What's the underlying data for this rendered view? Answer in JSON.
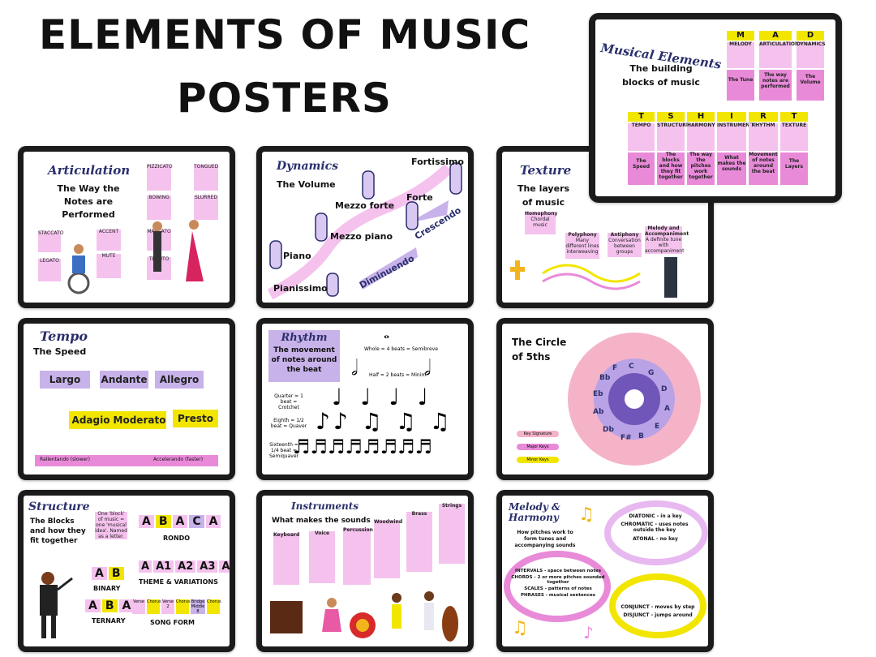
{
  "page": {
    "title_line1": "ELEMENTS OF MUSIC",
    "title_line2": "POSTERS"
  },
  "musical_elements": {
    "title": "Musical Elements",
    "subtitle": "The building blocks of music",
    "mad_letters": [
      "M",
      "A",
      "D"
    ],
    "mad_cards": [
      {
        "heading": "MELODY",
        "text": "The Tune"
      },
      {
        "heading": "ARTICULATION",
        "text": "The way notes are performed"
      },
      {
        "heading": "DYNAMICS",
        "text": "The Volume"
      }
    ],
    "tshirt_letters": [
      "T",
      "S",
      "H",
      "I",
      "R",
      "T"
    ],
    "tshirt_cards": [
      {
        "heading": "TEMPO",
        "text": "The Speed"
      },
      {
        "heading": "STRUCTURE",
        "text": "The blocks and how they fit together"
      },
      {
        "heading": "HARMONY",
        "text": "The way the pitches work together"
      },
      {
        "heading": "INSTRUMENTS",
        "text": "What makes the sounds"
      },
      {
        "heading": "RHYTHM",
        "text": "Movement of notes around the beat"
      },
      {
        "heading": "TEXTURE",
        "text": "The Layers"
      }
    ]
  },
  "articulation": {
    "title": "Articulation",
    "subtitle": "The Way the Notes are Performed",
    "terms": [
      "PIZZICATO",
      "BOWING",
      "TONGUED",
      "SLURRED",
      "STACCATO",
      "LEGATO",
      "ACCENT",
      "MUTE",
      "MARCATO",
      "TENUTO"
    ]
  },
  "dynamics": {
    "title": "Dynamics",
    "subtitle": "The Volume",
    "levels": [
      "Fortissimo",
      "Forte",
      "Mezzo forte",
      "Mezzo piano",
      "Piano",
      "Pianissimo"
    ],
    "crescendo": "Crescendo",
    "diminuendo": "Diminuendo"
  },
  "texture": {
    "title": "Texture",
    "subtitle": "The layers of music",
    "types": [
      {
        "heading": "Homophony",
        "text": "Chordal music"
      },
      {
        "heading": "Polyphony",
        "text": "Many different lines interweaving"
      },
      {
        "heading": "Antiphony",
        "text": "Conversation between groups"
      },
      {
        "heading": "Melody and Accompaniment",
        "text": "A definite tune with accompaniment"
      }
    ]
  },
  "tempo": {
    "title": "Tempo",
    "subtitle": "The Speed",
    "row1": [
      "Largo",
      "Andante",
      "Allegro"
    ],
    "row2": [
      "Adagio",
      "Moderato",
      "Presto"
    ],
    "rall": "Rallentando (slower)",
    "accel": "Accelerando (faster)"
  },
  "rhythm": {
    "title": "Rhythm",
    "subtitle": "The movement of notes around the beat",
    "whole": "Whole = 4 beats = Semibreve",
    "half": "Half = 2 beats = Minim",
    "quarter": "Quarter = 1 beat = Crotchet",
    "eighth": "Eighth = 1/2 beat = Quaver",
    "sixteenth": "Sixteenth = 1/4 beat = Semiquaver"
  },
  "circle": {
    "title": "The Circle of 5ths",
    "major_keys": [
      "C",
      "G",
      "D",
      "A",
      "E",
      "B",
      "F#",
      "Db",
      "Ab",
      "Eb",
      "Bb",
      "F"
    ],
    "legend": [
      "Key Signature",
      "Major Keys",
      "Minor Keys"
    ]
  },
  "structure": {
    "title": "Structure",
    "subtitle": "The Blocks and how they fit together",
    "note": "One 'block' of music = one 'musical idea'. Named as a letter.",
    "rondo_letters": [
      "A",
      "B",
      "A",
      "C",
      "A"
    ],
    "rondo": "RONDO",
    "theme_letters": [
      "A",
      "A1",
      "A2",
      "A3",
      "A"
    ],
    "theme": "THEME & VARIATIONS",
    "binary_letters": [
      "A",
      "B"
    ],
    "binary": "BINARY",
    "ternary_letters": [
      "A",
      "B",
      "A"
    ],
    "ternary": "TERNARY",
    "song_parts": [
      "Verse",
      "Chorus",
      "Verse 2",
      "Chorus",
      "Bridge Middle 8",
      "Chorus"
    ],
    "song_form": "SONG FORM"
  },
  "instruments": {
    "title": "Instruments",
    "subtitle": "What makes the sounds",
    "families": [
      "Keyboard",
      "Voice",
      "Percussion",
      "Woodwind",
      "Brass",
      "Strings"
    ]
  },
  "melody": {
    "title": "Melody & Harmony",
    "subtitle": "How pitches work to form tunes and accompanying sounds",
    "cloud1": [
      "DIATONIC - in a key",
      "CHROMATIC - uses notes outside the key",
      "ATONAL - no key"
    ],
    "cloud2": [
      "INTERVALS - space between notes",
      "CHORDS - 2 or more pitches sounded together",
      "SCALES - patterns of notes",
      "PHRASES - musical sentences"
    ],
    "cloud3": [
      "CONJUNCT - moves by step",
      "DISJUNCT - jumps around"
    ]
  },
  "colors": {
    "pink": "#e98ad9",
    "light_pink": "#f5c2ee",
    "lavender": "#c8b2ea",
    "yellow": "#f2e600",
    "navy": "#2a2f6b"
  }
}
